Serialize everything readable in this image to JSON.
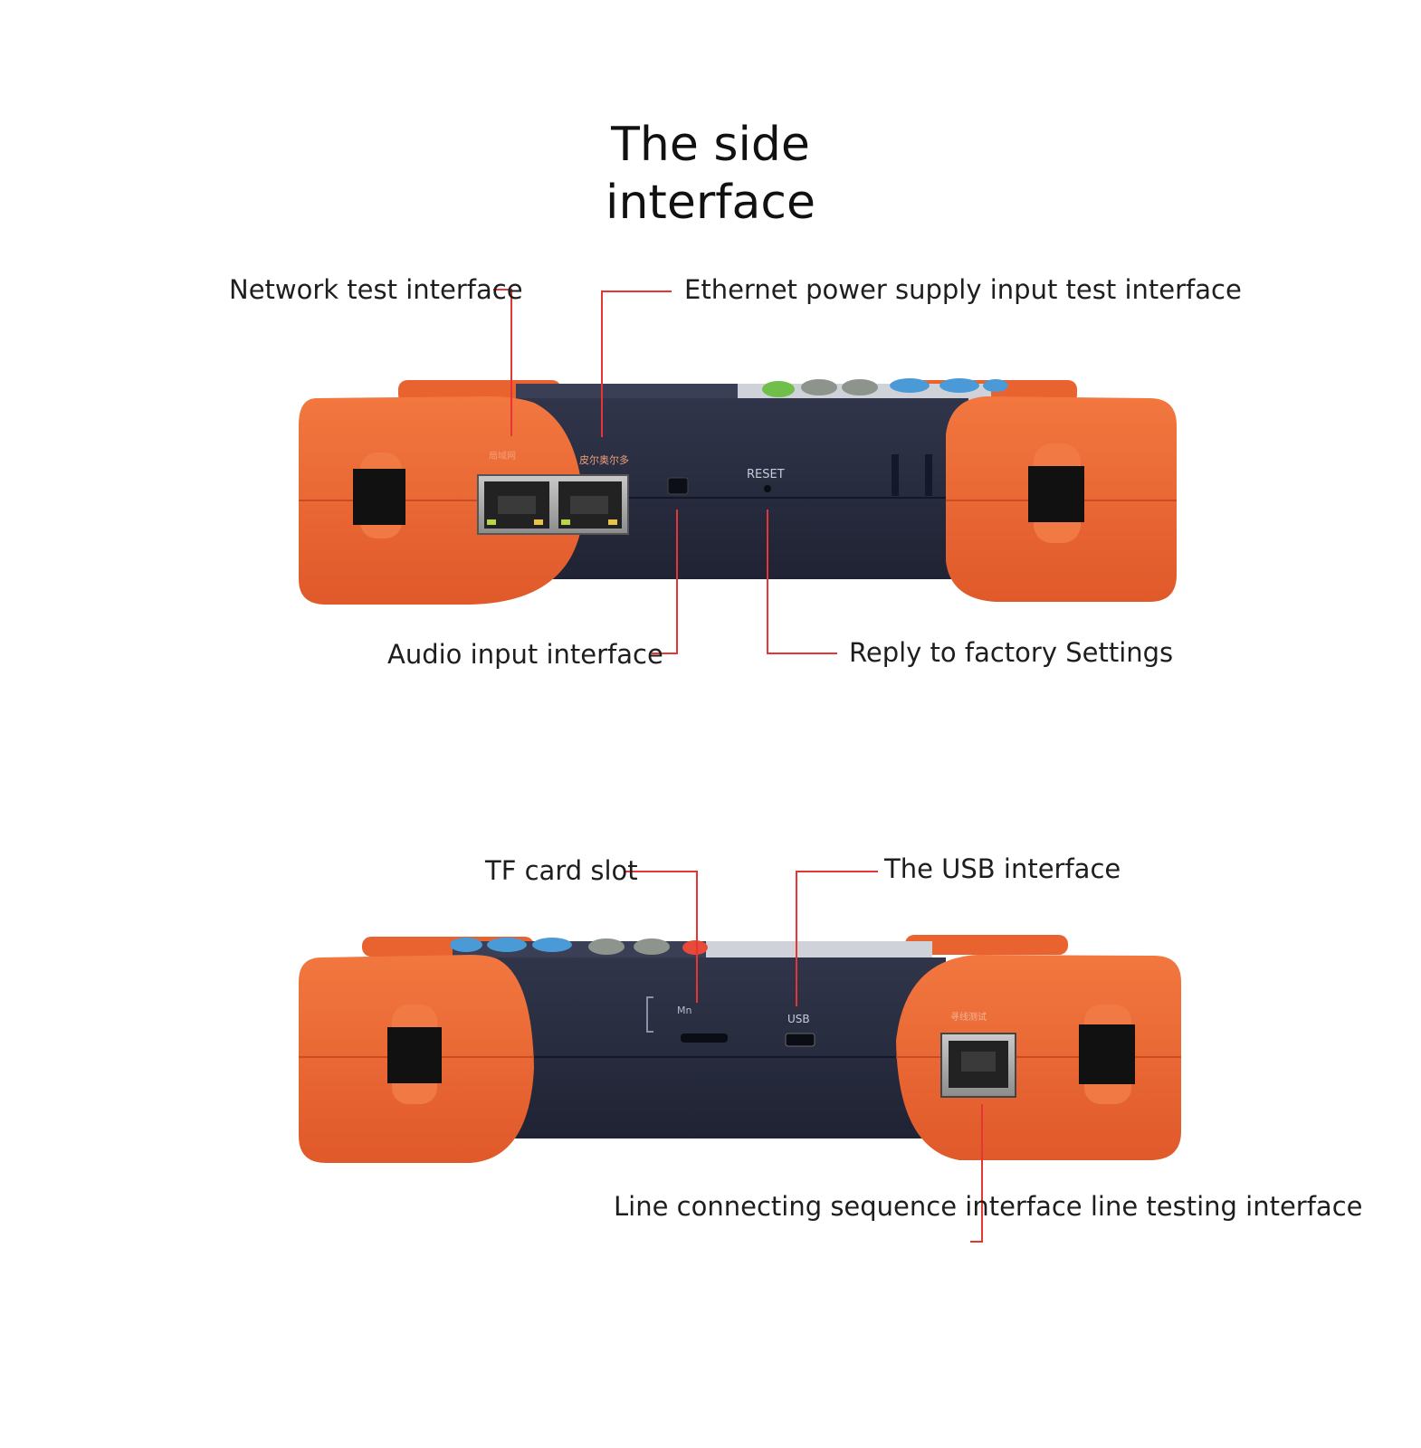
{
  "title": {
    "line1": "The side",
    "line2": "interface"
  },
  "top_view": {
    "labels": {
      "network_test": "Network test interface",
      "ethernet_power": "Ethernet power supply input test interface",
      "audio_input": "Audio input interface",
      "factory_reset": "Reply to factory Settings"
    },
    "device_text": {
      "port_label_left": "局域网",
      "port_label_right": "皮尔奥尔多",
      "reset": "RESET"
    }
  },
  "bottom_view": {
    "labels": {
      "tf_card": "TF card slot",
      "usb": "The USB interface",
      "line_sequence": "Line connecting sequence interface line testing interface"
    },
    "device_text": {
      "mn": "Mn",
      "usb": "USB",
      "port_label": "寻线测试"
    }
  },
  "colors": {
    "bumper_orange": "#ee6a35",
    "bumper_shade": "#d9552a",
    "body_navy": "#262a3b",
    "leader_red": "#e53535",
    "button_green": "#6aa06a",
    "button_blue": "#4a9ad8"
  }
}
